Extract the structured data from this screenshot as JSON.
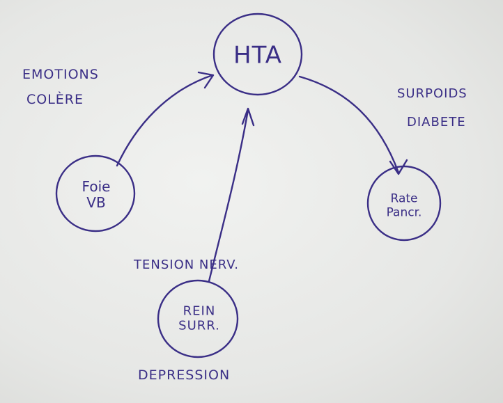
{
  "diagram": {
    "nodes": [
      {
        "id": "hta",
        "lines": [
          "HTA"
        ]
      },
      {
        "id": "foie-vb",
        "lines": [
          "Foie",
          "VB"
        ]
      },
      {
        "id": "rate-pancr",
        "lines": [
          "Rate",
          "Pancr."
        ]
      },
      {
        "id": "rein-surr",
        "lines": [
          "REIN",
          "SURR."
        ]
      }
    ],
    "edges": [
      {
        "from": "foie-vb",
        "to": "hta",
        "label": "EMOTIONS COLÈRE"
      },
      {
        "from": "rein-surr",
        "to": "hta",
        "label": "TENSION NERV."
      },
      {
        "from": "hta",
        "to": "rate-pancr",
        "label": "SURPOIDS DIABETE"
      }
    ],
    "labels": {
      "emotions": "EMOTIONS",
      "colere": "COLÈRE",
      "surpoids": "SURPOIDS",
      "diabete": "DIABETE",
      "tension": "TENSION NERV.",
      "depression": "DEPRESSION"
    },
    "ink_color": "#3a2e86"
  }
}
